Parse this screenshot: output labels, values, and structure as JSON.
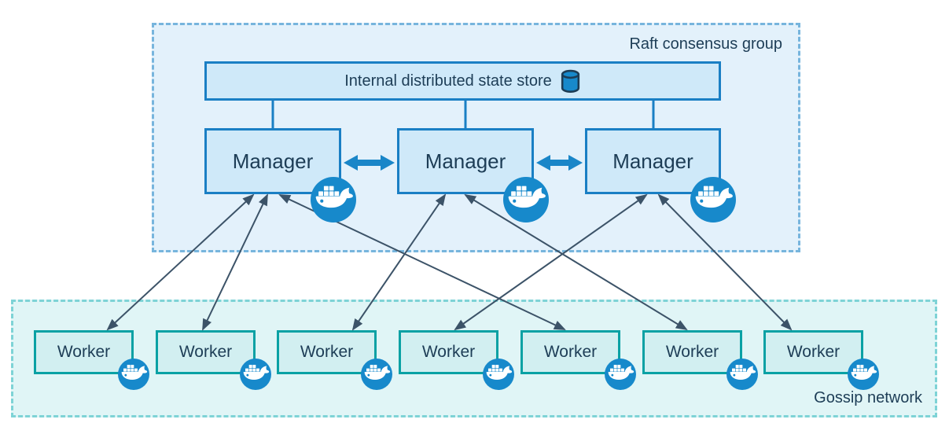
{
  "raft_group": {
    "label": "Raft consensus group",
    "state_store": {
      "label": "Internal distributed state store",
      "icon": "database-cylinder-icon"
    },
    "managers": [
      {
        "label": "Manager",
        "icon": "docker-whale-icon"
      },
      {
        "label": "Manager",
        "icon": "docker-whale-icon"
      },
      {
        "label": "Manager",
        "icon": "docker-whale-icon"
      }
    ]
  },
  "gossip_network": {
    "label": "Gossip network",
    "workers": [
      {
        "label": "Worker",
        "icon": "docker-whale-icon"
      },
      {
        "label": "Worker",
        "icon": "docker-whale-icon"
      },
      {
        "label": "Worker",
        "icon": "docker-whale-icon"
      },
      {
        "label": "Worker",
        "icon": "docker-whale-icon"
      },
      {
        "label": "Worker",
        "icon": "docker-whale-icon"
      },
      {
        "label": "Worker",
        "icon": "docker-whale-icon"
      },
      {
        "label": "Worker",
        "icon": "docker-whale-icon"
      }
    ]
  },
  "connections": {
    "manager_to_manager": [
      [
        0,
        1
      ],
      [
        1,
        2
      ]
    ],
    "manager_to_worker": [
      [
        0,
        0
      ],
      [
        0,
        1
      ],
      [
        0,
        4
      ],
      [
        1,
        2
      ],
      [
        1,
        5
      ],
      [
        2,
        3
      ],
      [
        2,
        6
      ]
    ],
    "arrow_style": "double-headed"
  },
  "colors": {
    "raft_fill": "#e3f1fb",
    "raft_border": "#77b5dd",
    "node_fill": "#cfe9f9",
    "node_border": "#1a7fc4",
    "gossip_fill": "#e0f5f6",
    "gossip_border": "#7ed3d6",
    "worker_fill": "#d2eff1",
    "worker_border": "#0aa1a4",
    "text": "#1d3d56",
    "docker_blue": "#1789cb",
    "thick_arrow": "#1a86c8",
    "thin_arrow": "#3c5368"
  }
}
